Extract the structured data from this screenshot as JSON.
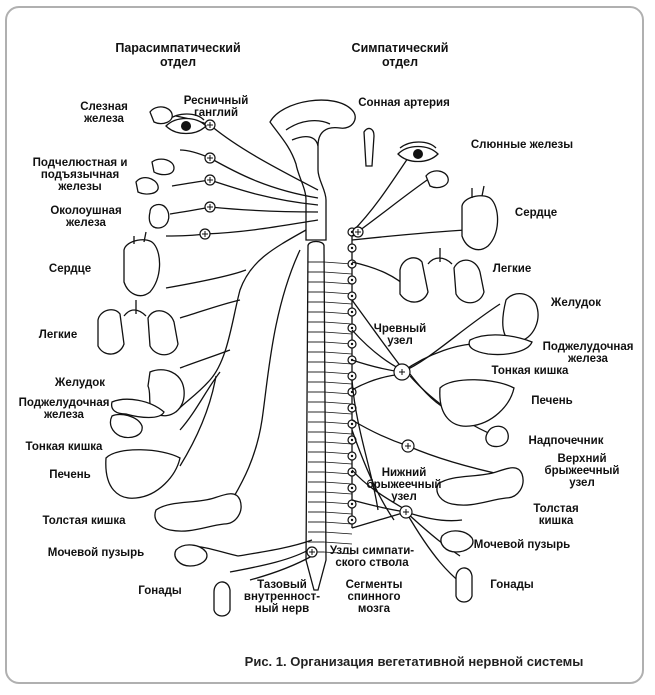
{
  "headers": {
    "parasympathetic": [
      "Парасимпатический",
      "отдел"
    ],
    "sympathetic": [
      "Симпатический",
      "отдел"
    ]
  },
  "left_labels": {
    "ciliary_ganglion": [
      "Ресничный",
      "ганглий"
    ],
    "lacrimal_gland": [
      "Слезная",
      "железа"
    ],
    "submandibular": [
      "Подчелюстная и",
      "подъязычная",
      "железы"
    ],
    "parotid": [
      "Околоушная",
      "железа"
    ],
    "heart": "Сердце",
    "lungs": "Легкие",
    "stomach": "Желудок",
    "pancreas": [
      "Поджелудочная",
      "железа"
    ],
    "small_intestine": "Тонкая кишка",
    "liver": "Печень",
    "colon": "Толстая кишка",
    "bladder": "Мочевой пузырь",
    "gonads": "Гонады"
  },
  "right_labels": {
    "carotid": "Сонная артерия",
    "salivary": "Слюнные железы",
    "heart": "Сердце",
    "lungs": "Легкие",
    "stomach": "Желудок",
    "celiac": [
      "Чревный",
      "узел"
    ],
    "pancreas": [
      "Поджелудочная",
      "железа"
    ],
    "small_intestine": "Тонкая кишка",
    "liver": "Печень",
    "adrenal": "Надпочечник",
    "sup_mesenteric": [
      "Верхний",
      "брыжеечный",
      "узел"
    ],
    "inf_mesenteric": [
      "Нижний",
      "брыжеечный",
      "узел"
    ],
    "colon": [
      "Толстая",
      "кишка"
    ],
    "bladder": "Мочевой пузырь",
    "gonads": "Гонады"
  },
  "center_labels": {
    "trunk_nodes": [
      "Узлы симпати-",
      "ского ствола"
    ],
    "pelvic_nerve": [
      "Тазовый",
      "внутренност-",
      "ный нерв"
    ],
    "segments": [
      "Сегменты",
      "спинного",
      "мозга"
    ]
  },
  "caption": "Рис. 1. Организация вегетативной нервной системы"
}
